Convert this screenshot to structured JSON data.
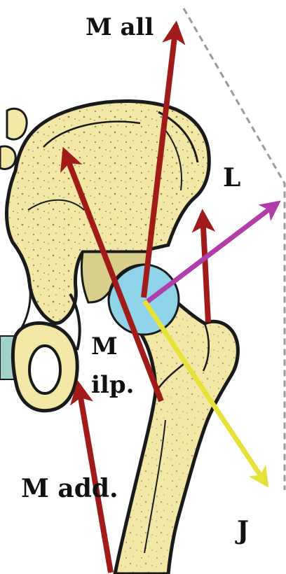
{
  "labels": {
    "m_all": "M all",
    "l": "L",
    "m_ilp_line1": "M",
    "m_ilp_line2": "ilp.",
    "m_add": "M add.",
    "j": "J"
  },
  "colors": {
    "bone": "#f3e7a6",
    "bone_outline": "#1a1a1a",
    "femoral_head": "#8fd3e8",
    "muscle_arrow": "#a11b1b",
    "l_arrow": "#b03da8",
    "j_arrow": "#e7e23a",
    "dashed_line": "#9a9a9a"
  }
}
